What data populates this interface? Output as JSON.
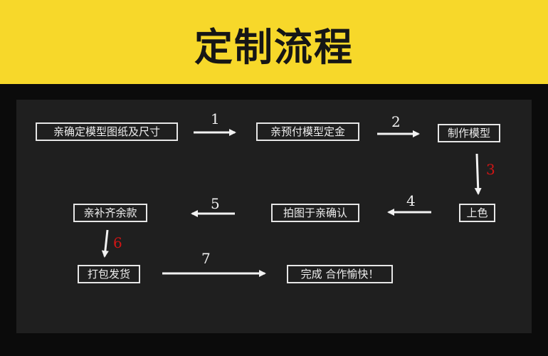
{
  "banner": {
    "title": "定制流程"
  },
  "colors": {
    "banner_bg": "#f7d82a",
    "panel_bg": "#1f1f1f",
    "accent_red": "#d11515"
  },
  "steps": [
    {
      "label": "亲确定模型图纸及尺寸"
    },
    {
      "label": "亲预付模型定金"
    },
    {
      "label": "制作模型"
    },
    {
      "label": "上色"
    },
    {
      "label": "拍图于亲确认"
    },
    {
      "label": "亲补齐余款"
    },
    {
      "label": "打包发货"
    },
    {
      "label": "完成  合作愉快！"
    }
  ],
  "arrows": [
    {
      "number": "1"
    },
    {
      "number": "2"
    },
    {
      "number": "3"
    },
    {
      "number": "4"
    },
    {
      "number": "5"
    },
    {
      "number": "6"
    },
    {
      "number": "7"
    }
  ]
}
